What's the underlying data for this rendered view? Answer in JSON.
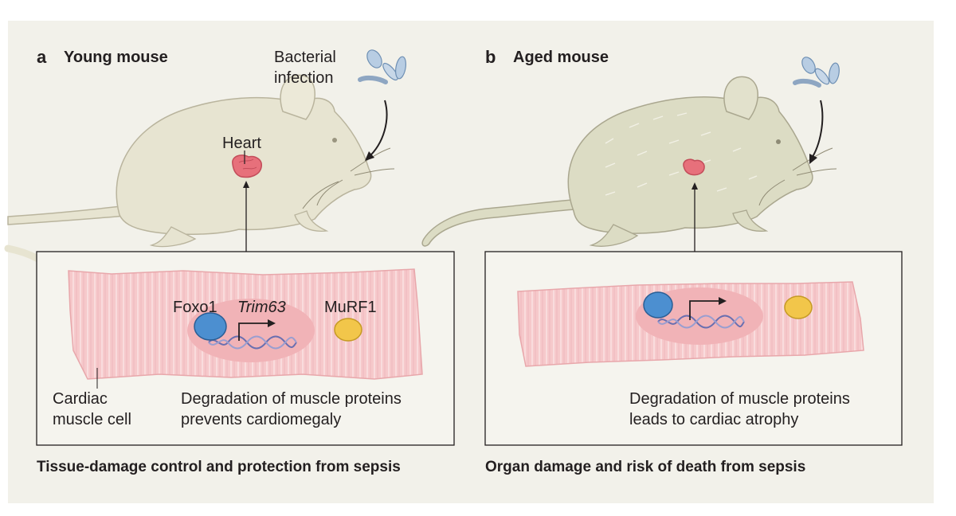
{
  "panel_a": {
    "letter": "a",
    "title": "Young mouse",
    "infection_line1": "Bacterial",
    "infection_line2": "infection",
    "heart": "Heart",
    "foxo1": "Foxo1",
    "gene": "Trim63",
    "protein": "MuRF1",
    "cell_line1": "Cardiac",
    "cell_line2": "muscle cell",
    "effect_line1": "Degradation of muscle proteins",
    "effect_line2": "prevents cardiomegaly",
    "caption": "Tissue-damage control and protection from sepsis"
  },
  "panel_b": {
    "letter": "b",
    "title": "Aged mouse",
    "effect_line1": "Degradation of muscle proteins",
    "effect_line2": "leads to cardiac atrophy",
    "caption": "Organ damage and risk of death from sepsis"
  },
  "colors": {
    "background": "#f2f1ea",
    "young_mouse": "#e7e4d1",
    "aged_mouse": "#dcdcc4",
    "heart": "#e7707b",
    "muscle_cell": "#f6c9cb",
    "nucleus": "#f1b3b7",
    "foxo1": "#4c8fd0",
    "murf1": "#f2c64a",
    "dna": "#6a6fb0"
  }
}
